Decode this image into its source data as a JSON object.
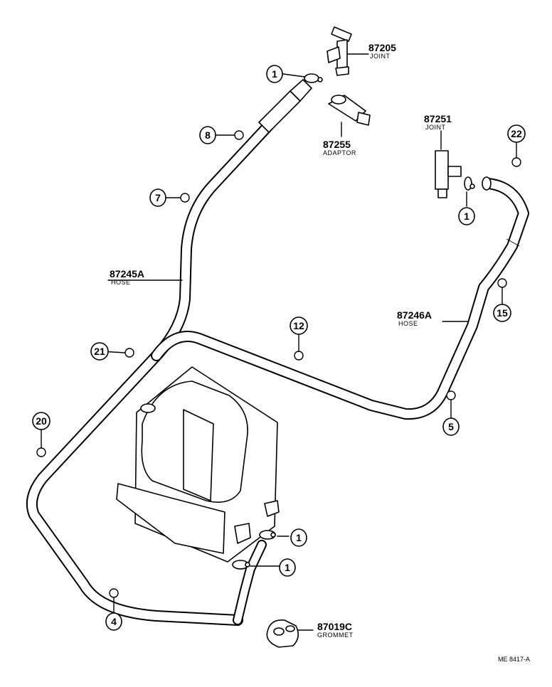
{
  "parts": {
    "joint_top": {
      "number": "87205",
      "desc": "JOINT"
    },
    "adaptor": {
      "number": "87255",
      "desc": "ADAPTOR"
    },
    "joint_right": {
      "number": "87251",
      "desc": "JOINT"
    },
    "hose_left": {
      "number": "87245A",
      "desc": "HOSE"
    },
    "hose_right": {
      "number": "87246A",
      "desc": "HOSE"
    },
    "grommet": {
      "number": "87019C",
      "desc": "GROMMET"
    }
  },
  "refs": {
    "r1a": "1",
    "r1b": "1",
    "r1c": "1",
    "r1d": "1",
    "r4": "4",
    "r5": "5",
    "r7": "7",
    "r8": "8",
    "r12": "12",
    "r15": "15",
    "r20": "20",
    "r21": "21",
    "r22": "22"
  },
  "drawing_code": "ME 8417-A"
}
